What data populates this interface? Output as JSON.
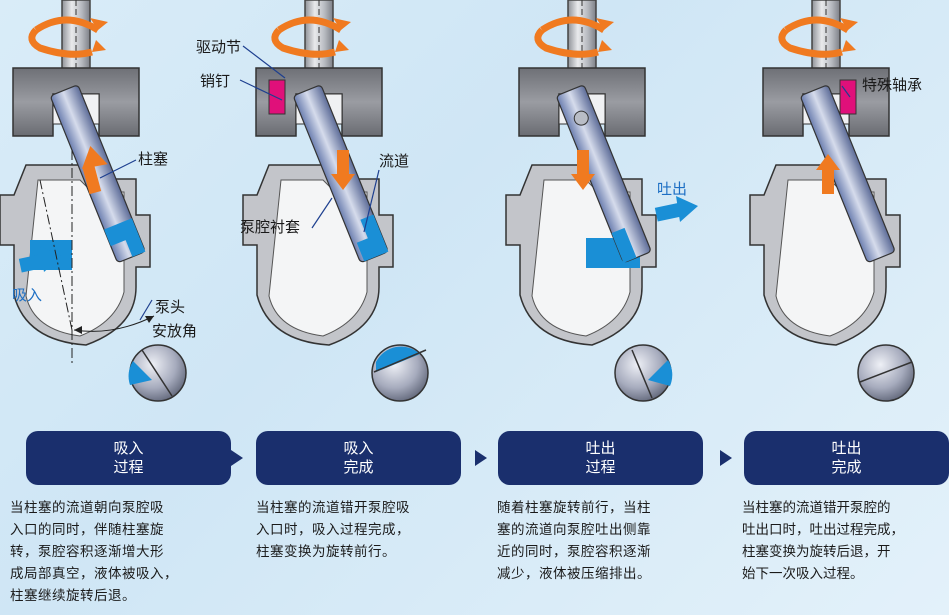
{
  "labels": {
    "drive_joint": "驱动节",
    "pin": "销钉",
    "plunger": "柱塞",
    "channel": "流道",
    "chamber_liner": "泵腔衬套",
    "pump_head": "泵头",
    "mount_angle": "安放角",
    "suction": "吸入",
    "discharge": "吐出",
    "special_bearing": "特殊轴承"
  },
  "steps": [
    {
      "line1": "吸入",
      "line2": "过程",
      "desc": [
        "当柱塞的流道朝向泵腔吸",
        "入口的同时，伴随柱塞旋",
        "转，泵腔容积逐渐增大形",
        "成局部真空，液体被吸入，",
        "柱塞继续旋转后退。"
      ]
    },
    {
      "line1": "吸入",
      "line2": "完成",
      "desc": [
        "当柱塞的流道错开泵腔吸",
        "入口时，吸入过程完成，",
        "柱塞变换为旋转前行。"
      ]
    },
    {
      "line1": "吐出",
      "line2": "过程",
      "desc": [
        "随着柱塞旋转前行，当柱",
        "塞的流道向泵腔吐出侧靠",
        "近的同时，泵腔容积逐渐",
        "减少，液体被压缩排出。"
      ]
    },
    {
      "line1": "吐出",
      "line2": "完成",
      "desc": [
        "当柱塞的流道错开泵腔的",
        "吐出口时，吐出过程完成，",
        "柱塞变换为旋转后退，开",
        "始下一次吸入过程。"
      ]
    }
  ],
  "colors": {
    "rotation_arrow": "#f07a20",
    "flow_blue": "#1a8fd6",
    "step_box": "#1a2f6d",
    "bearing_magenta": "#e0107a"
  }
}
